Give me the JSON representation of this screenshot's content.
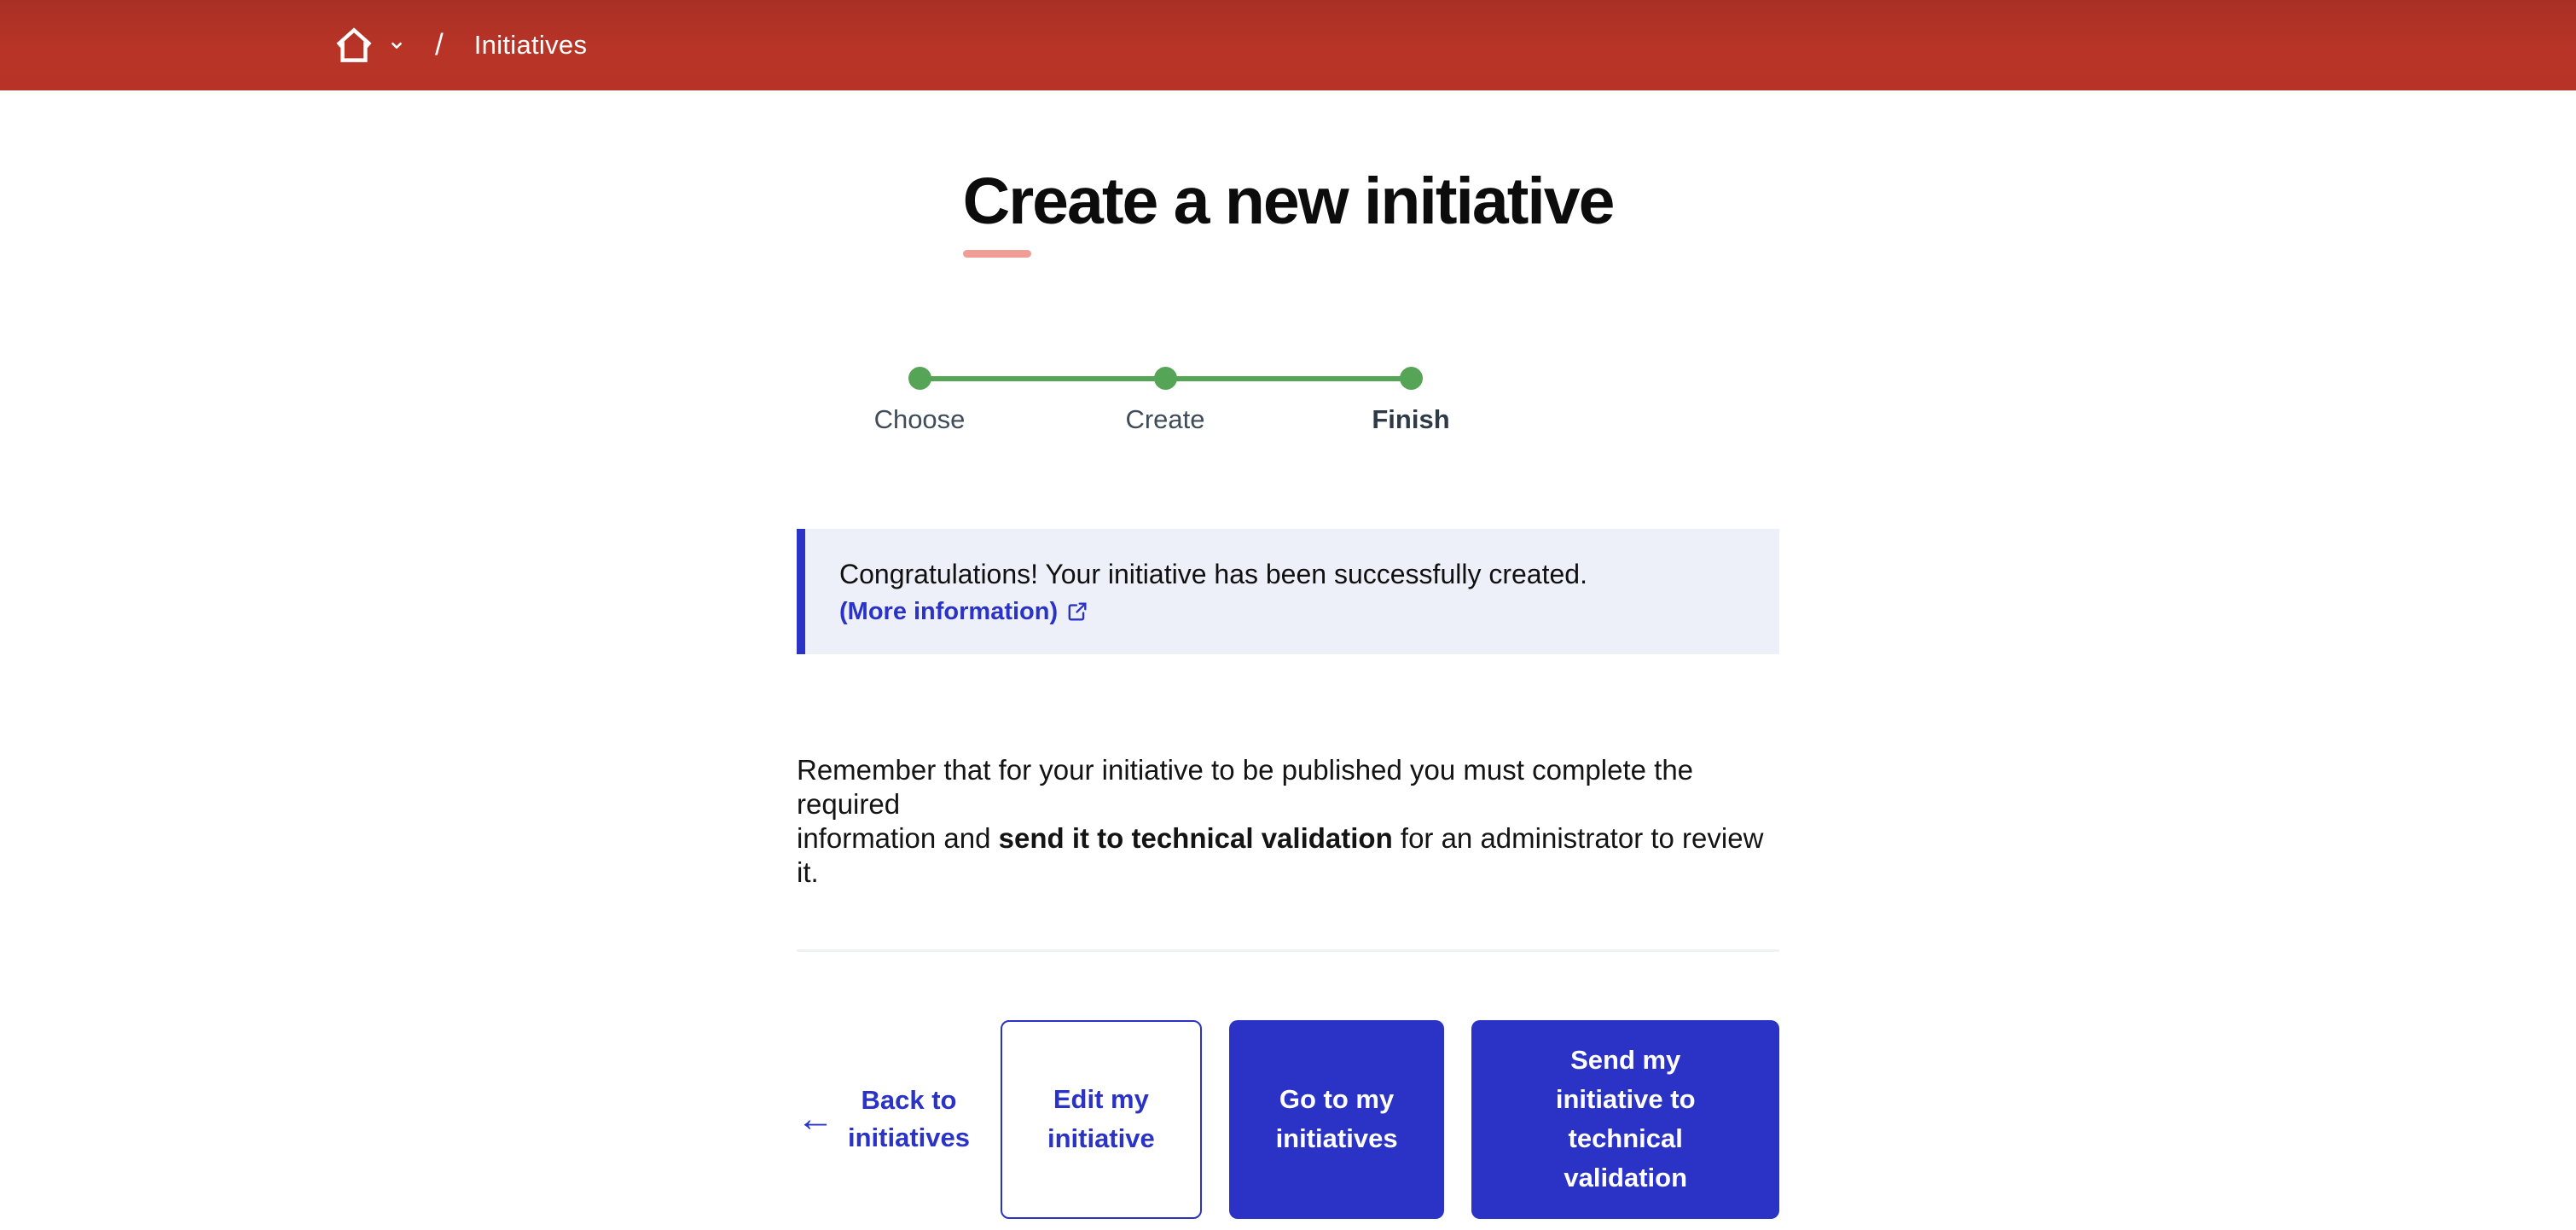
{
  "header": {
    "breadcrumb": {
      "separator": "/",
      "current": "Initiatives"
    }
  },
  "page": {
    "title": "Create a new initiative"
  },
  "stepper": {
    "steps": [
      {
        "label": "Choose",
        "state": "done"
      },
      {
        "label": "Create",
        "state": "done"
      },
      {
        "label": "Finish",
        "state": "current"
      }
    ]
  },
  "alert": {
    "message": "Congratulations! Your initiative has been successfully created.",
    "link_label": "(More information)"
  },
  "note": {
    "line1": "Remember that for your initiative to be published you must complete the required",
    "line2_start": "information and ",
    "line2_bold": "send it to technical validation",
    "line2_end": " for an administrator to review it."
  },
  "actions": {
    "back_arrow_glyph": "←",
    "back_label": "Back to initiatives",
    "buttons": [
      {
        "label": "Edit my initiative",
        "style": "outline"
      },
      {
        "label": "Go to my initiatives",
        "style": "solid"
      },
      {
        "label": "Send my initiative to technical validation",
        "style": "solid"
      }
    ]
  },
  "colors": {
    "header_red": "#b33126",
    "accent_blue": "#2a33c5",
    "step_green": "#56a456",
    "alert_background": "#eef0f9",
    "title_underline_pink": "#ef9d95",
    "step_label_gray": "#3f4c59",
    "divider_gray": "#eff1f5"
  }
}
